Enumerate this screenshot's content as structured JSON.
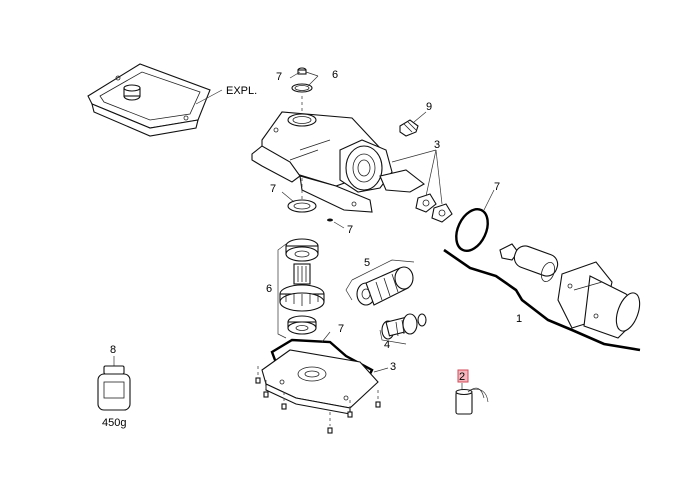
{
  "callouts": [
    {
      "id": "expl",
      "text": "EXPL."
    },
    {
      "id": "c6top",
      "text": "6"
    },
    {
      "id": "c7top",
      "text": "7"
    },
    {
      "id": "c9",
      "text": "9"
    },
    {
      "id": "c3right",
      "text": "3"
    },
    {
      "id": "c7mid",
      "text": "7"
    },
    {
      "id": "c7small",
      "text": "7"
    },
    {
      "id": "c7motor",
      "text": "7"
    },
    {
      "id": "c1",
      "text": "1"
    },
    {
      "id": "c5",
      "text": "5"
    },
    {
      "id": "c6left",
      "text": "6"
    },
    {
      "id": "c4",
      "text": "4"
    },
    {
      "id": "c7seal",
      "text": "7"
    },
    {
      "id": "c3bottom",
      "text": "3"
    },
    {
      "id": "c8",
      "text": "8"
    },
    {
      "id": "c2",
      "text": "2"
    }
  ],
  "grease": {
    "weight": "450g"
  },
  "colors": {
    "highlight_fill": "#f3b8bd",
    "highlight_stroke": "#d14a55"
  }
}
